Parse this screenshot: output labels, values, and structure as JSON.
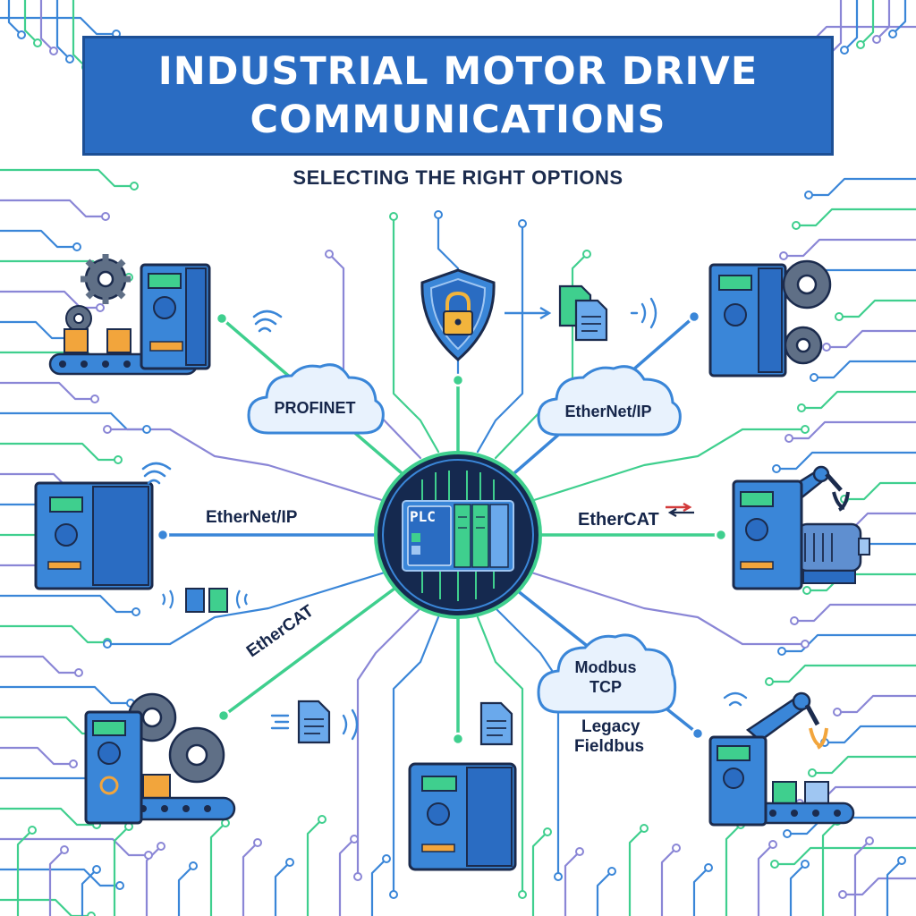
{
  "title": {
    "line1": "INDUSTRIAL MOTOR DRIVE",
    "line2": "COMMUNICATIONS"
  },
  "subtitle": "SELECTING THE RIGHT OPTIONS",
  "hub": {
    "label": "PLC"
  },
  "protocols": {
    "profinet": "PROFINET",
    "ethernetip_cloud": "EtherNet/IP",
    "ethernetip_left": "EtherNet/IP",
    "ethercat_right": "EtherCAT",
    "ethercat_left": "EtherCAT",
    "modbus_line1": "Modbus",
    "modbus_line2": "TCP",
    "legacy_line1": "Legacy",
    "legacy_line2": "Fieldbus"
  },
  "colors": {
    "banner": "#2a6cc2",
    "navy": "#1b2b4d",
    "blue": "#3a86d8",
    "green": "#3fcf8e",
    "purple": "#8a86d6",
    "hub_dark": "#15294f"
  },
  "icons": [
    "gear-icon",
    "conveyor-icon",
    "motor-drive-icon",
    "wireless-icon",
    "cloud-icon",
    "shield-lock-icon",
    "document-icon",
    "robot-arm-icon",
    "motor-icon",
    "plc-icon"
  ]
}
